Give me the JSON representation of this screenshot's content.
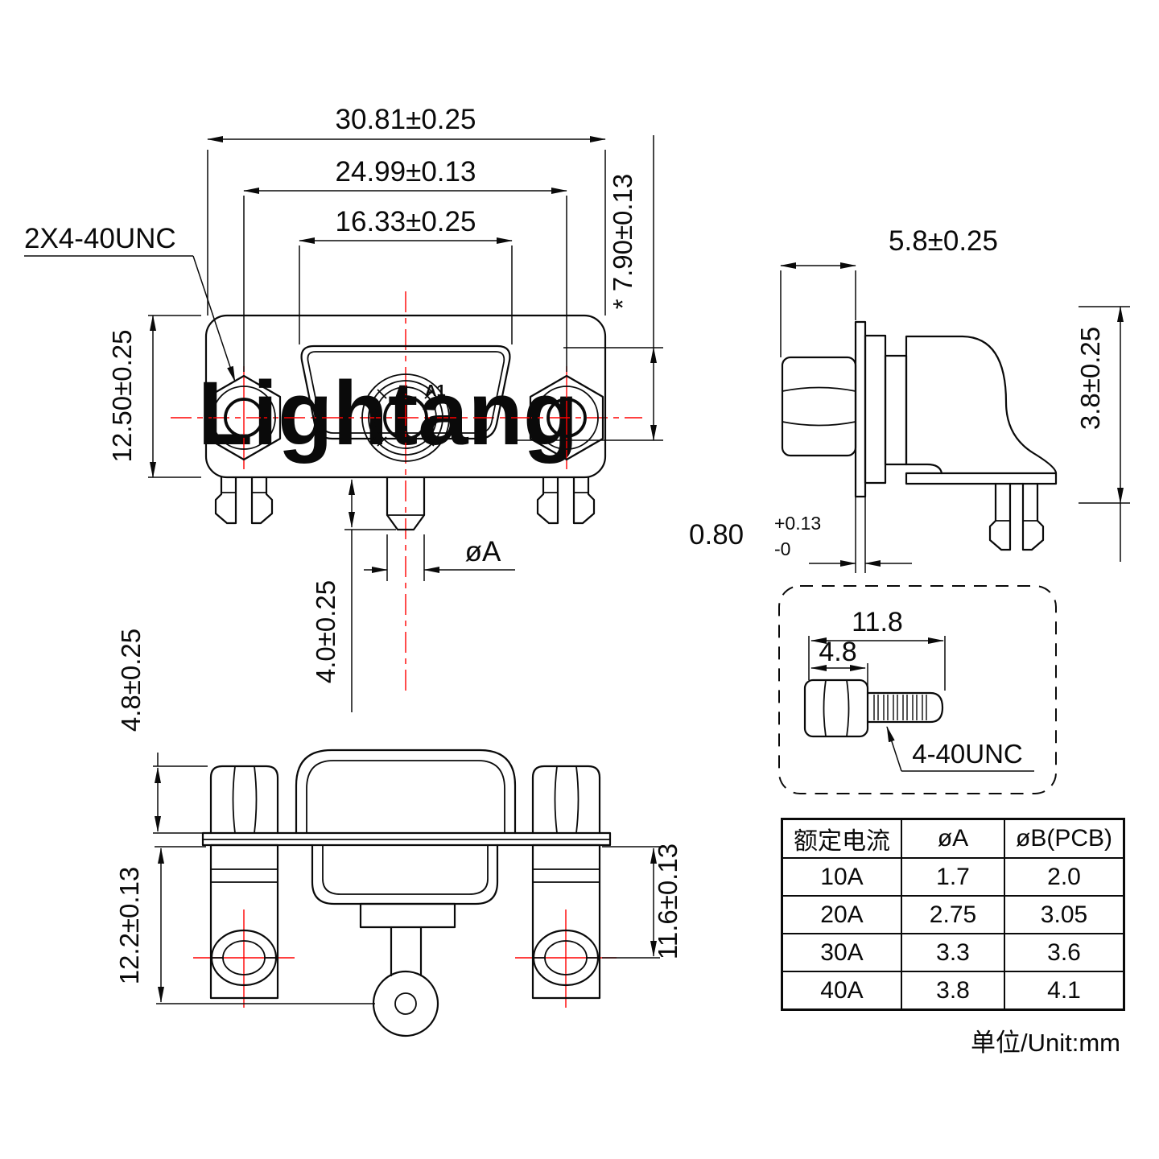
{
  "watermark": "Lightang",
  "front_view": {
    "dim_overall_width": "30.81±0.25",
    "dim_mount_spacing": "24.99±0.13",
    "dim_opening_width": "16.33±0.25",
    "dim_opening_height": "* 7.90±0.13",
    "dim_body_height": "12.50±0.25",
    "thread_note": "2X4-40UNC",
    "contact_label": "A1",
    "dim_pin_protrusion": "4.0±0.25",
    "dim_pin_diameter": "øA"
  },
  "side_view": {
    "dim_nut_depth": "5.8±0.25",
    "dim_bracket_offset": "3.8±0.25",
    "dim_flange_thickness_base": "0.80",
    "dim_flange_thickness_plus": "+0.13",
    "dim_flange_thickness_minus": "-0"
  },
  "bottom_view": {
    "dim_nut_height": "4.8±0.25",
    "dim_left_height": "12.2±0.13",
    "dim_right_height": "11.6±0.13"
  },
  "screw_detail": {
    "dim_overall_length": "11.8",
    "dim_head_length": "4.8",
    "thread_label": "4-40UNC"
  },
  "spec_table": {
    "headers": [
      "额定电流",
      "øA",
      "øB(PCB)"
    ],
    "rows": [
      {
        "current": "10A",
        "dia_a": "1.7",
        "dia_b": "2.0"
      },
      {
        "current": "20A",
        "dia_a": "2.75",
        "dia_b": "3.05"
      },
      {
        "current": "30A",
        "dia_a": "3.3",
        "dia_b": "3.6"
      },
      {
        "current": "40A",
        "dia_a": "3.8",
        "dia_b": "4.1"
      }
    ],
    "unit_note": "单位/Unit:mm"
  },
  "colors": {
    "line": "#0a0a0a",
    "accent_red": "#ff0000",
    "watermark_pink": "#f5bfbf",
    "background": "#ffffff"
  }
}
